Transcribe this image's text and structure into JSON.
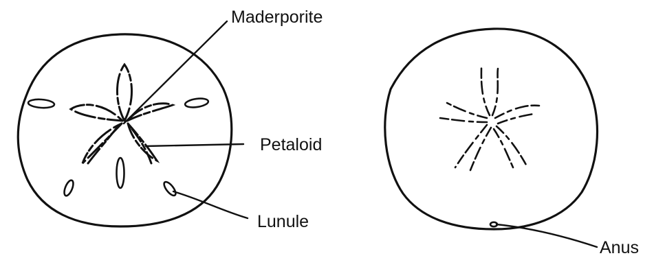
{
  "labels": {
    "madreporite": "Maderporite",
    "petaloid": "Petaloid",
    "lunule": "Lunule",
    "anus": "Anus"
  },
  "colors": {
    "ink": "#111111",
    "background": "#ffffff"
  }
}
